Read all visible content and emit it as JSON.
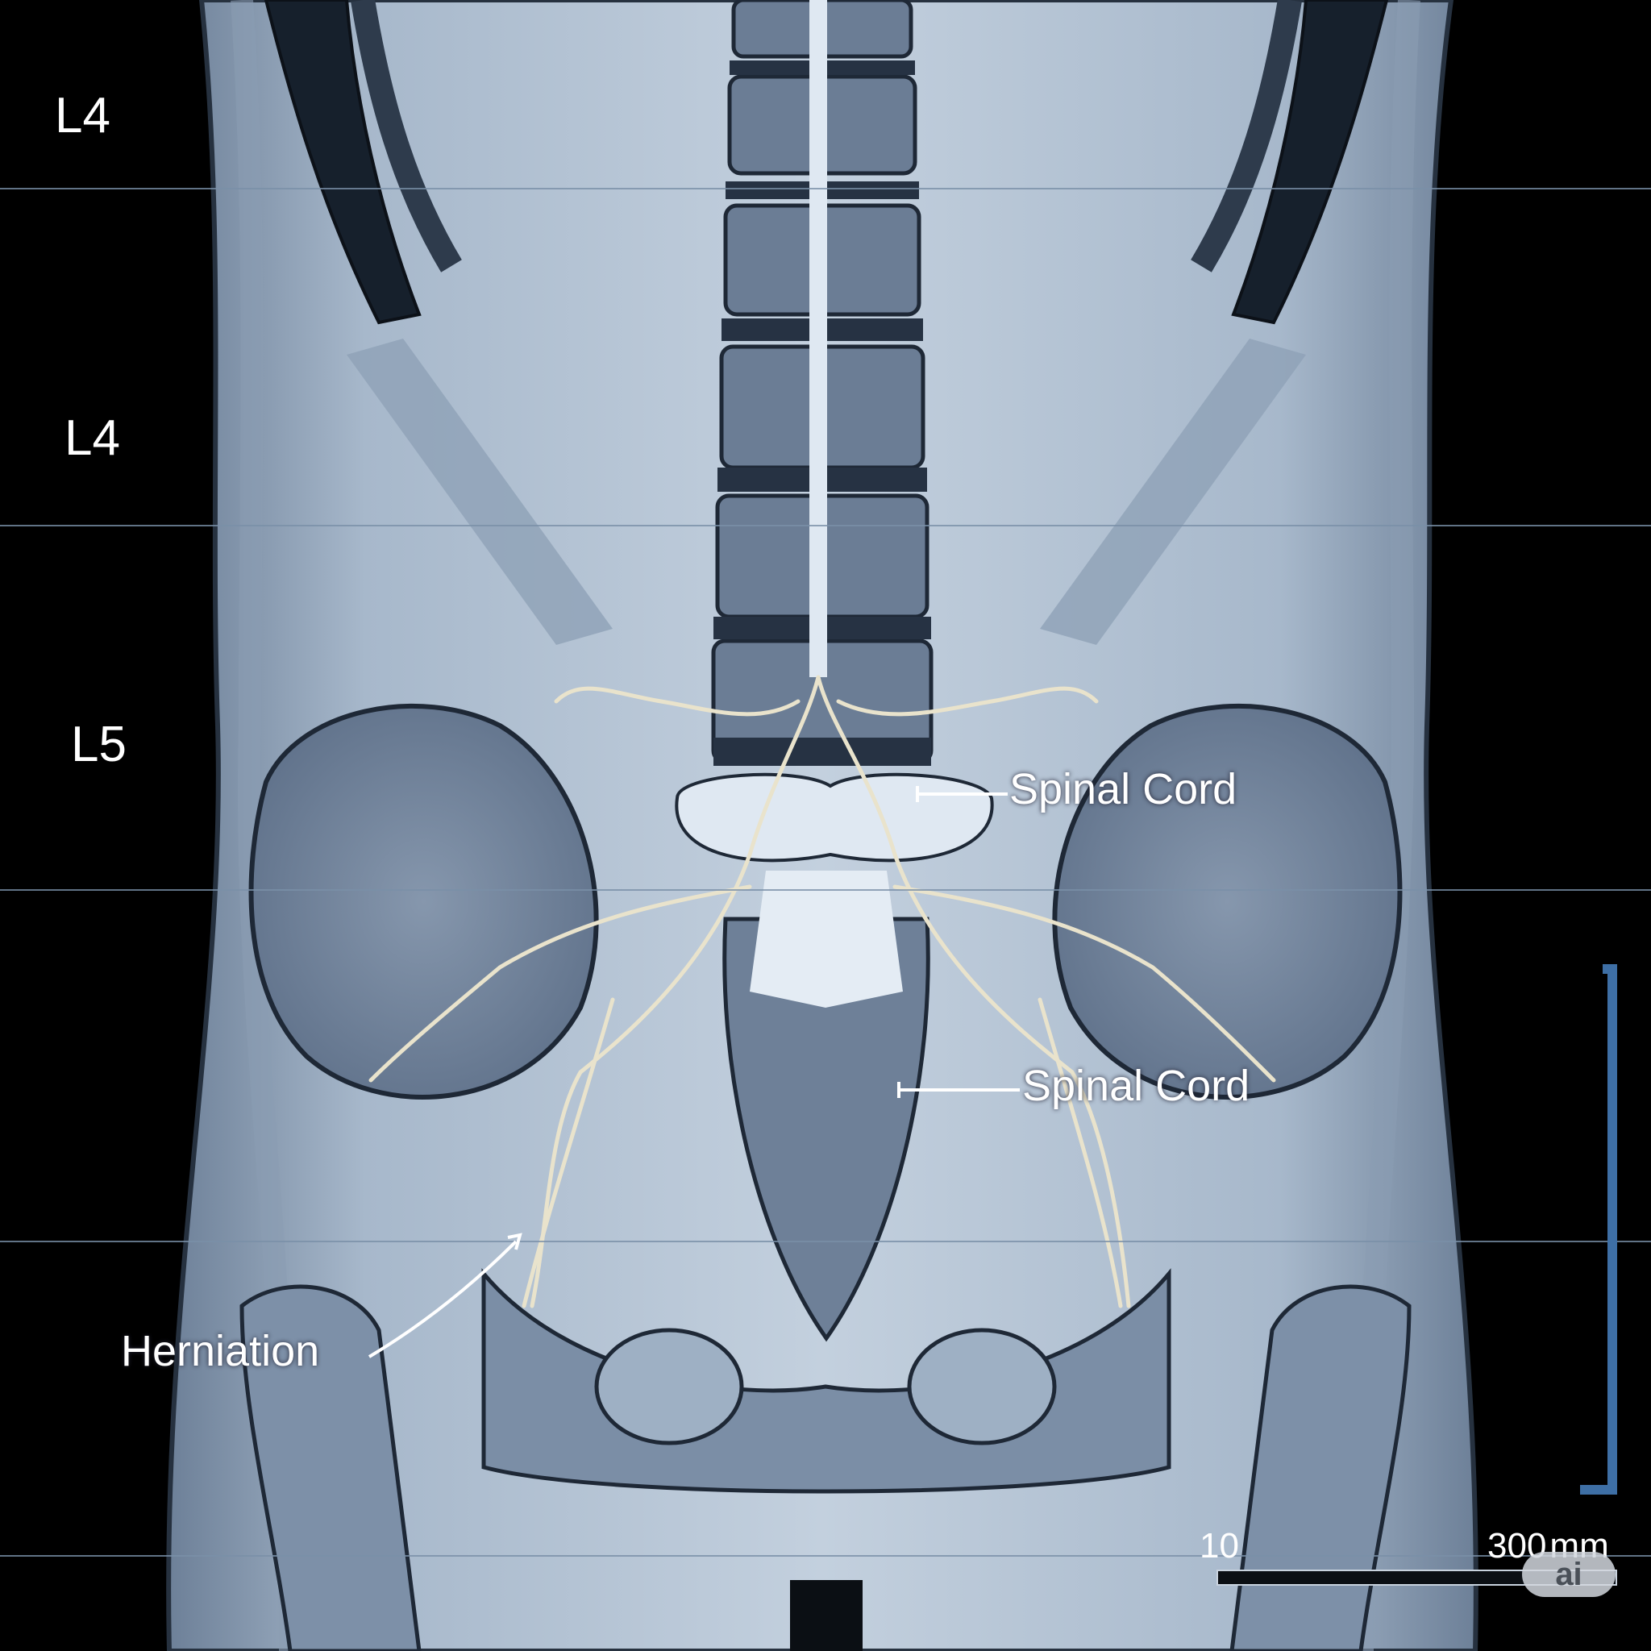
{
  "levels": [
    {
      "label": "L4"
    },
    {
      "label": "L4"
    },
    {
      "label": "L5"
    }
  ],
  "callouts": {
    "upper": "Spinal Cord",
    "lower": "Spinal Cord",
    "herniation": "Herniation"
  },
  "scale_bar": {
    "start_label": "10",
    "end_label": "300",
    "unit": "mm"
  },
  "watermark": "ai",
  "colors": {
    "background": "#000000",
    "tissue": "#a9b9cc",
    "bone": "#7a8da6",
    "outline": "#1e2836",
    "nerve": "#e9e3cc",
    "scale_accent": "#3e6fa5"
  }
}
